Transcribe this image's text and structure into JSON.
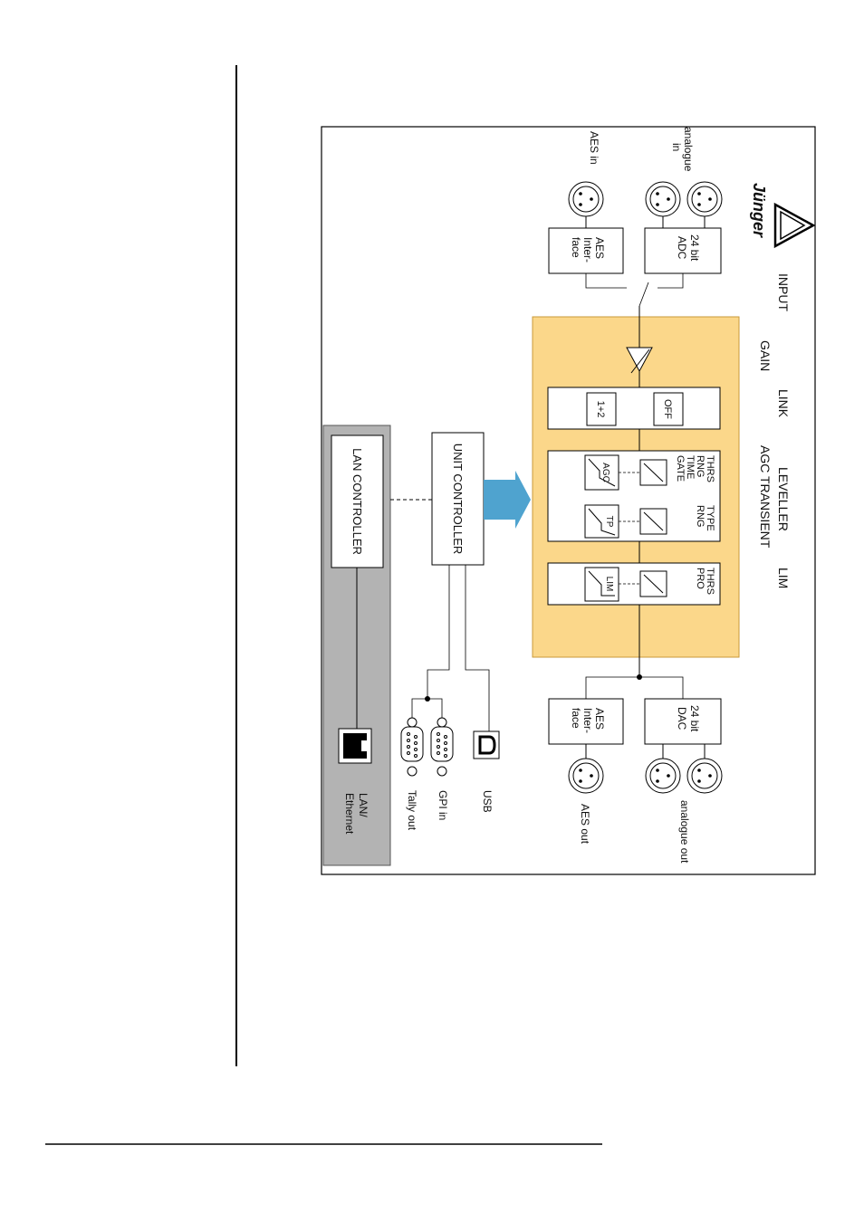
{
  "labels": {
    "brand": "Jünger",
    "input": "INPUT",
    "gain": "GAIN",
    "link": "LINK",
    "leveller": "LEVELLER",
    "agc_transient": "AGC TRANSIENT",
    "lim": "LIM",
    "analogue_in_1": "analogue",
    "analogue_in_2": "in",
    "aes_in": "AES in",
    "adc_1": "24 bit",
    "adc_2": "ADC",
    "aes_if_1": "AES",
    "aes_if_2": "Inter-",
    "aes_if_3": "face",
    "link_1": "1+2",
    "link_2": "OFF",
    "agc_params_1": "THRS",
    "agc_params_2": "RNG",
    "agc_params_3": "TIME",
    "agc_params_4": "GATE",
    "agc_block": "AGC",
    "tp_params_1": "TYPE",
    "tp_params_2": "RNG",
    "tp_block": "TP",
    "lim_params_1": "THRS",
    "lim_params_2": "PRO",
    "lim_block": "LIM",
    "dac_1": "24 bit",
    "dac_2": "DAC",
    "aes_out_if_1": "AES",
    "aes_out_if_2": "Inter-",
    "aes_out_if_3": "face",
    "aes_out": "AES out",
    "analogue_out": "analogue out",
    "unit_controller": "UNIT CONTROLLER",
    "lan_controller": "LAN CONTROLLER",
    "gpi_in": "GPI in",
    "tally_out": "Tally out",
    "usb": "USB",
    "lan_1": "LAN/",
    "lan_2": "Ethernet"
  },
  "colors": {
    "processing_fill": "#fbd78a",
    "processing_stroke": "#c99a3a",
    "lan_panel_fill": "#b3b3b3",
    "arrow_fill": "#4fa3cf",
    "line": "#111111"
  }
}
